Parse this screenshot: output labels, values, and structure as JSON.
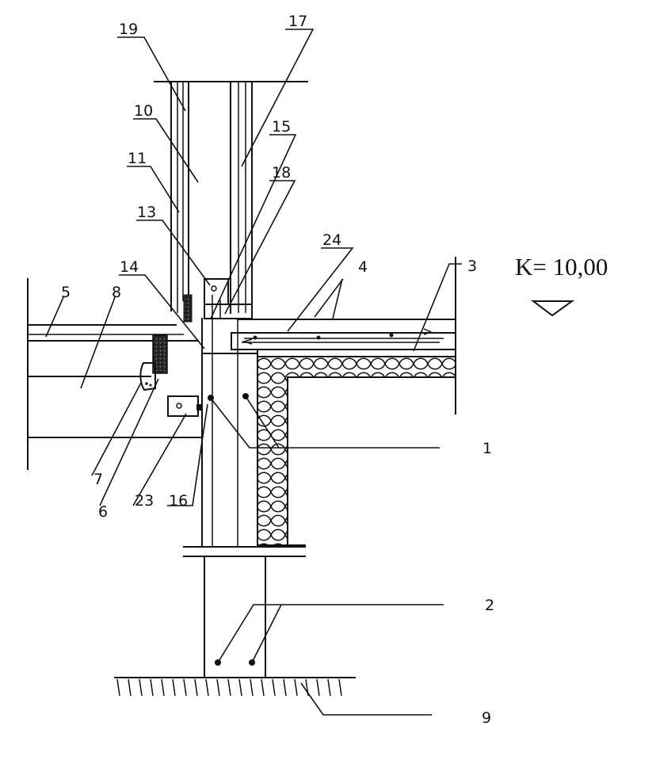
{
  "labels": {
    "n1": "1",
    "n2": "2",
    "n3": "3",
    "n4": "4",
    "n5": "5",
    "n6": "6",
    "n7": "7",
    "n8": "8",
    "n9": "9",
    "n10": "10",
    "n11": "11",
    "n13": "13",
    "n14": "14",
    "n15": "15",
    "n16": "16",
    "n17": "17",
    "n18": "18",
    "n19": "19",
    "n23": "23",
    "n24": "24"
  },
  "level_mark": "K= 10,00",
  "colors": {
    "ink": "#111111",
    "paper": "#ffffff"
  },
  "icons": {
    "level": "triangle-down-icon",
    "insulation": "insulation-hatch"
  }
}
